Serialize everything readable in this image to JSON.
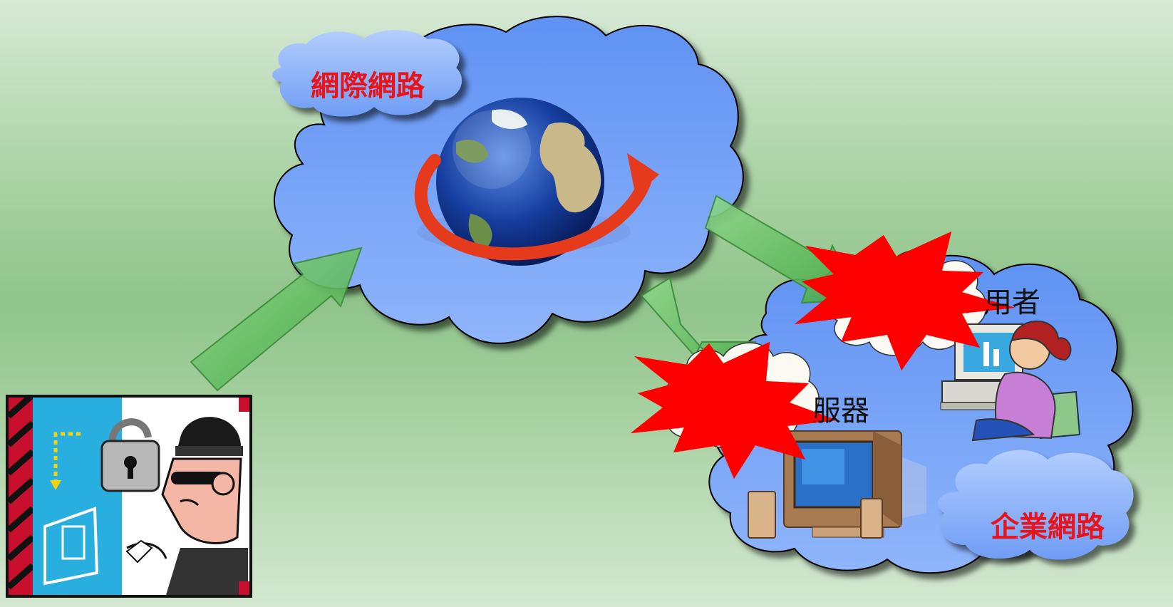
{
  "labels": {
    "internet": "網際網路",
    "enterprise": "企業網路",
    "user_partial": "用者",
    "server_partial": "服器"
  },
  "colors": {
    "cloud_blue": "#6fa0f5",
    "label_red": "#e8141c",
    "arrow_green": "#6cc46a",
    "burst_red": "#ff0000"
  }
}
